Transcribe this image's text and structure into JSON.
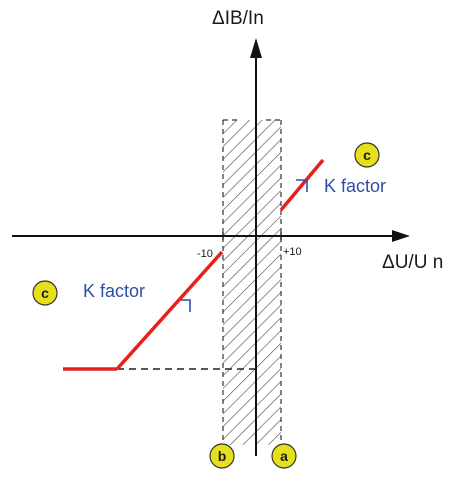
{
  "axes": {
    "y_label": "ΔIB/In",
    "x_label": "ΔU/U n",
    "tick_neg": "-10",
    "tick_pos": "+10"
  },
  "annotations": {
    "k_factor_right": "K factor",
    "k_factor_left": "K factor"
  },
  "markers": {
    "c_upper": "c",
    "c_left": "c",
    "b": "b",
    "a": "a"
  },
  "colors": {
    "characteristic_line": "#e8201c",
    "k_factor_text": "#2f4fa6",
    "marker_fill": "#e6e01c",
    "axis": "#111111",
    "hatch": "#555555"
  }
}
